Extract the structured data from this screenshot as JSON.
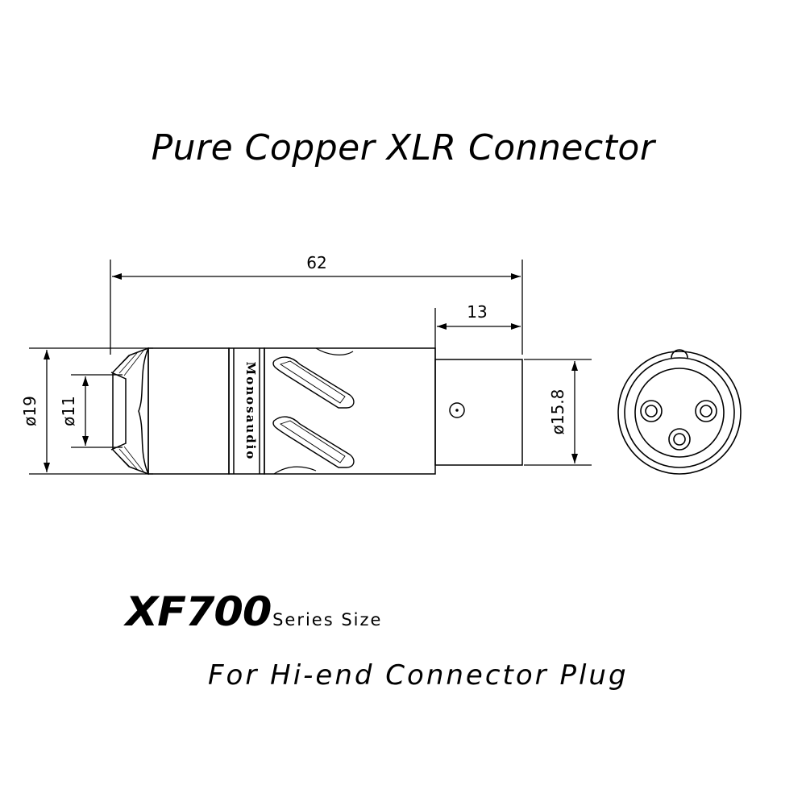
{
  "title": "Pure Copper XLR Connector",
  "dimensions": {
    "overall_length": "62",
    "plug_length": "13",
    "outer_diameter": "ø19",
    "cable_diameter": "ø11",
    "plug_diameter": "ø15.8"
  },
  "brand": "Monosaudio",
  "model": "XF700",
  "series_label": "Series Size",
  "subtitle": "For Hi-end Connector Plug"
}
